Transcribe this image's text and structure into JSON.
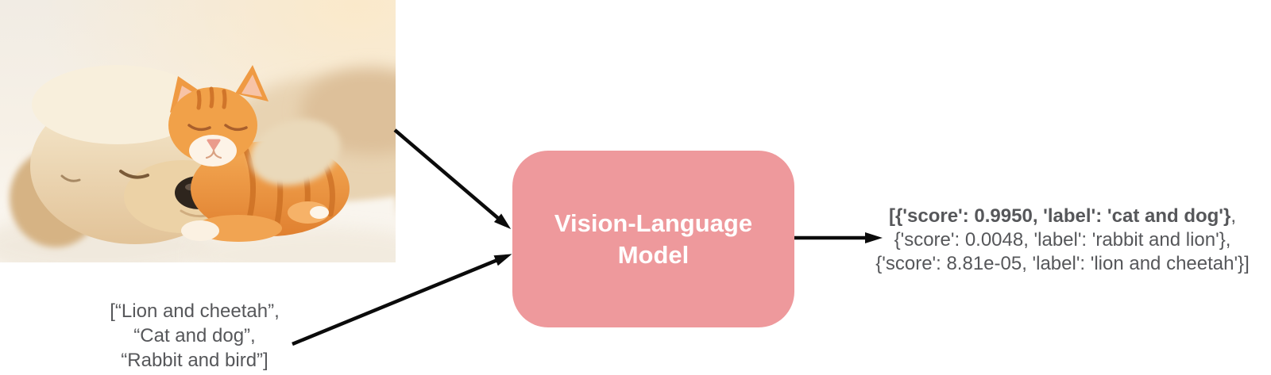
{
  "colors": {
    "model_bg": "#ee999c",
    "model_text": "#ffffff",
    "text_gray": "#56575a",
    "arrow": "#0b0b0b",
    "canvas_bg": "#ffffff"
  },
  "photo": {
    "description": "Sleeping cream puppy with an orange tabby kitten resting on its head"
  },
  "inputs": {
    "candidate_labels_lines": [
      "[“Lion and cheetah”,",
      "“Cat and dog”,",
      "“Rabbit and bird”]"
    ]
  },
  "model": {
    "label_lines": [
      "Vision-Language",
      "Model"
    ]
  },
  "output": {
    "top_result_bold": "[{'score': 0.9950, 'label': 'cat and dog'}",
    "top_result_suffix": ",",
    "result_lines": [
      "{'score': 0.0048, 'label': 'rabbit and lion'},",
      "{'score': 8.81e-05, 'label': 'lion and cheetah'}]"
    ]
  }
}
